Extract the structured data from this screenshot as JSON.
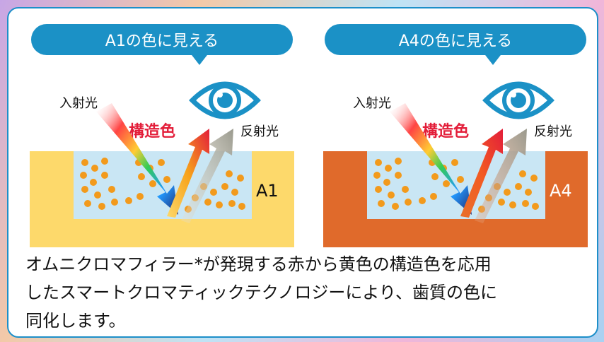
{
  "panels": [
    {
      "banner": "A1の色に見える",
      "incident_label": "入射光",
      "reflected_label": "反射光",
      "structural_color_label": "構造色",
      "shade_code": "A1",
      "base_color": "#fdd96b"
    },
    {
      "banner": "A4の色に見える",
      "incident_label": "入射光",
      "reflected_label": "反射光",
      "structural_color_label": "構造色",
      "shade_code": "A4",
      "base_color": "#e06a2b"
    }
  ],
  "caption_lines": [
    "オムニクロマフィラー*が発現する赤から黄色の構造色を応用",
    "したスマートクロマティックテクノロジーにより、歯質の色に",
    "同化します。"
  ],
  "colors": {
    "accent_blue": "#1b91c6",
    "structural_red": "#e31e3a",
    "enamel_blue": "#c9e6f4",
    "particle_orange": "#f29a1c"
  },
  "icons": {
    "eye": "eye-icon",
    "incident_arrow": "rainbow-arrow",
    "reflected_arrow": "gray-arrow",
    "structural_arrow": "red-yellow-arrow"
  }
}
